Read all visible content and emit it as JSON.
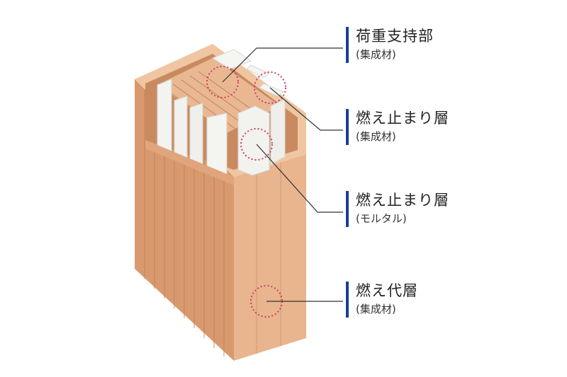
{
  "labels": [
    {
      "main": "荷重支持部",
      "sub": "(集成材)"
    },
    {
      "main": "燃え止まり層",
      "sub": "(集成材)"
    },
    {
      "main": "燃え止まり層",
      "sub": "(モルタル)"
    },
    {
      "main": "燃え代層",
      "sub": "(集成材)"
    }
  ],
  "colors": {
    "wood_front": "#e7b089",
    "wood_side": "#d89a70",
    "wood_top": "#f0c9a6",
    "mortar": "#efefec",
    "marker": "#d23a64",
    "leader": "#333333",
    "label_bar": "#1a3f9a"
  }
}
